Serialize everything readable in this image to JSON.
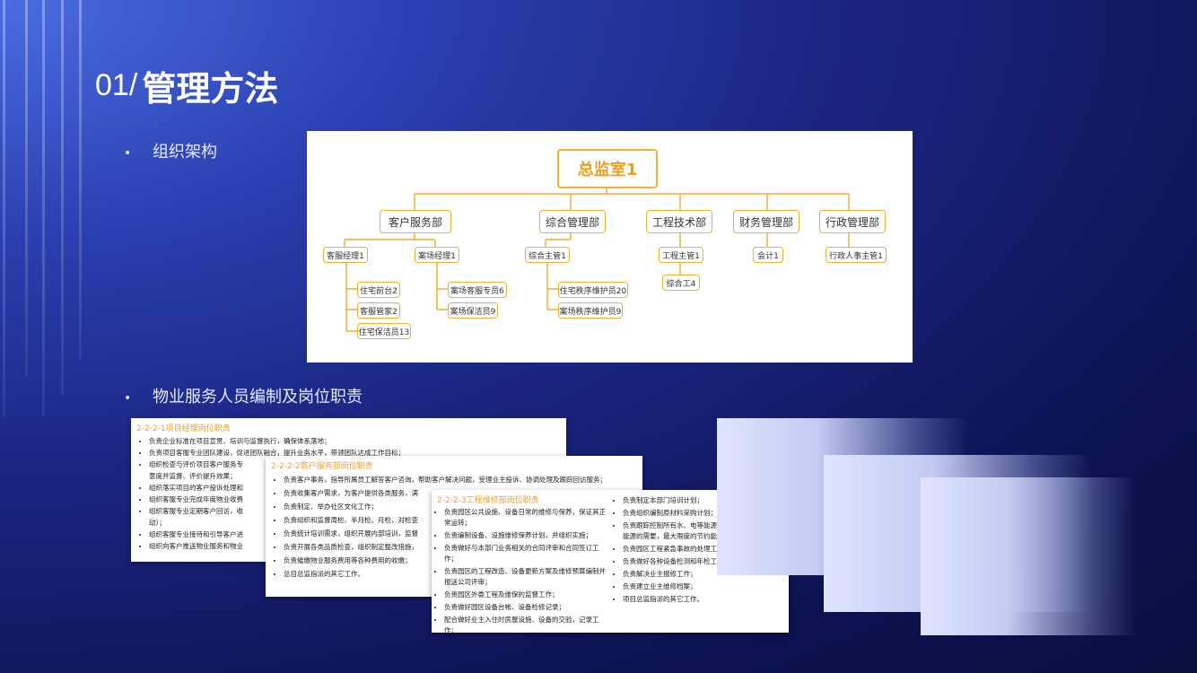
{
  "title": {
    "number": "01/",
    "text": "管理方法"
  },
  "bullets": [
    {
      "symbol": "•",
      "text": "组织架构"
    },
    {
      "symbol": "•",
      "text": "物业服务人员编制及岗位职责"
    }
  ],
  "org_chart": {
    "top": "总监室1",
    "departments": [
      "客户服务部",
      "综合管理部",
      "工程技术部",
      "财务管理部",
      "行政管理部"
    ],
    "roles": [
      "客服经理1",
      "案场经理1",
      "综合主管1",
      "工程主管1",
      "会计1",
      "行政人事主管1"
    ],
    "staff": [
      "住宅前台2",
      "客服管家2",
      "住宅保洁员13",
      "案场客服专员6",
      "案场保洁员9",
      "住宅秩序维护员20",
      "案场秩序维护员9",
      "综合工4"
    ]
  },
  "docs": {
    "doc1": {
      "title": "2-2-2-1项目经理岗位职责",
      "items": [
        "负责企业标准在项目宣贯、培训与监督执行，确保体系落地；",
        "负责项目客服专业团队建设，促进团队融合，提升业务水平，带领团队达成工作目标；",
        "组织检查与评价项目客户服务专",
        "意度并监督、评价提升效果；",
        "组织落实项目的客户投诉处理和",
        "组织客服专业完成年度物业收费",
        "组织客服专业定期客户回访，收",
        "动）；",
        "组织客服专业接待和引导客户进",
        "组织向客户推送物业服务和物业"
      ]
    },
    "doc2": {
      "title": "2-2-2-2客户服务部岗位职责",
      "items": [
        "负责客户事务，指导所属员工解答客户咨询，帮助客户解决问题，受理业主投诉、协调处理及跟踪回访服务；",
        "负责收集客户需求，为客户提供各类服务，满",
        "负责制定、举办社区文化工作；",
        "负责组织和监督周检、半月检、月检，对检查",
        "负责统计培训需求，组织开展内部培训，监督",
        "负责开展各类品质检查，组织制定整改措施，",
        "负责催缴物业服务费用等各种费用的收缴；",
        "总目总监指派的其它工作。"
      ]
    },
    "doc3": {
      "title": "2-2-2-3工程维修部岗位职责",
      "left_items": [
        "负责园区公共设施、设备日常的维修与保养，保证其正常运转；",
        "负责编制设备、设施维修保养计划，并组织实施；",
        "负责做好与本部门业务相关的合同评审和合同签订工作；",
        "负责园区的工程改造、设备更新方案及维修预算编制并报送公司评审；",
        "负责园区外委工程及维保的监督工作；",
        "负责做好园区设备台帐、设备检修记录；",
        "配合做好业主入住时房屋设施、设备的交验，记录工作；"
      ],
      "right_items": [
        "负责制定本部门培训计划；",
        "负责组织编制原材料采购计划；",
        "负责跟踪控制所有水、电等能源消耗，保证园区对能源的需要，最大限度的节约能源；",
        "负责园区工程紧急事故的处理工作；",
        "负责做好各种设备检测和年检工作；",
        "负责解决业主报修工作；",
        "负责建立业主维修档案；",
        "项目总监指派的其它工作。"
      ]
    }
  }
}
